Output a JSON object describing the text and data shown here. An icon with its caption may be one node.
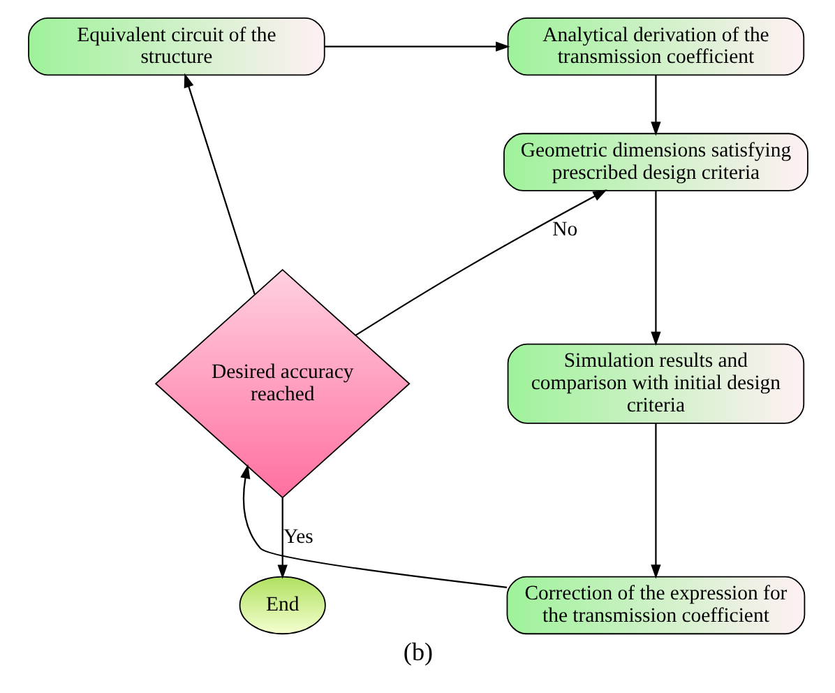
{
  "diagram": {
    "caption": "(b)",
    "nodes": [
      {
        "text": [
          "Equivalent circuit of the structure"
        ]
      },
      {
        "text": [
          "Analytical derivation of the transmission coefficient"
        ]
      },
      {
        "text": [
          "Geometric dimensions satisfying prescribed design criteria"
        ]
      },
      {
        "text": [
          "Simulation results and comparison with initial design criteria"
        ]
      },
      {
        "text": [
          "Correction of the expression for the transmission coefficient"
        ]
      },
      {
        "text": [
          "Desired accuracy reached"
        ]
      },
      {
        "text": [
          "End"
        ]
      }
    ],
    "edges": [
      {
        "from": 0,
        "to": 1,
        "arrow": "to"
      },
      {
        "from": 1,
        "to": 2,
        "arrow": "to"
      },
      {
        "from": 2,
        "to": 3,
        "arrow": "to"
      },
      {
        "from": 3,
        "to": 4,
        "arrow": "to"
      },
      {
        "from": 4,
        "to": 5,
        "arrow": "to"
      },
      {
        "from": 5,
        "to": 2,
        "arrow": "to",
        "label": "No"
      },
      {
        "from": 5,
        "to": 0,
        "arrow": "to"
      },
      {
        "from": 5,
        "to": 6,
        "arrow": "to",
        "label": "Yes"
      }
    ]
  }
}
